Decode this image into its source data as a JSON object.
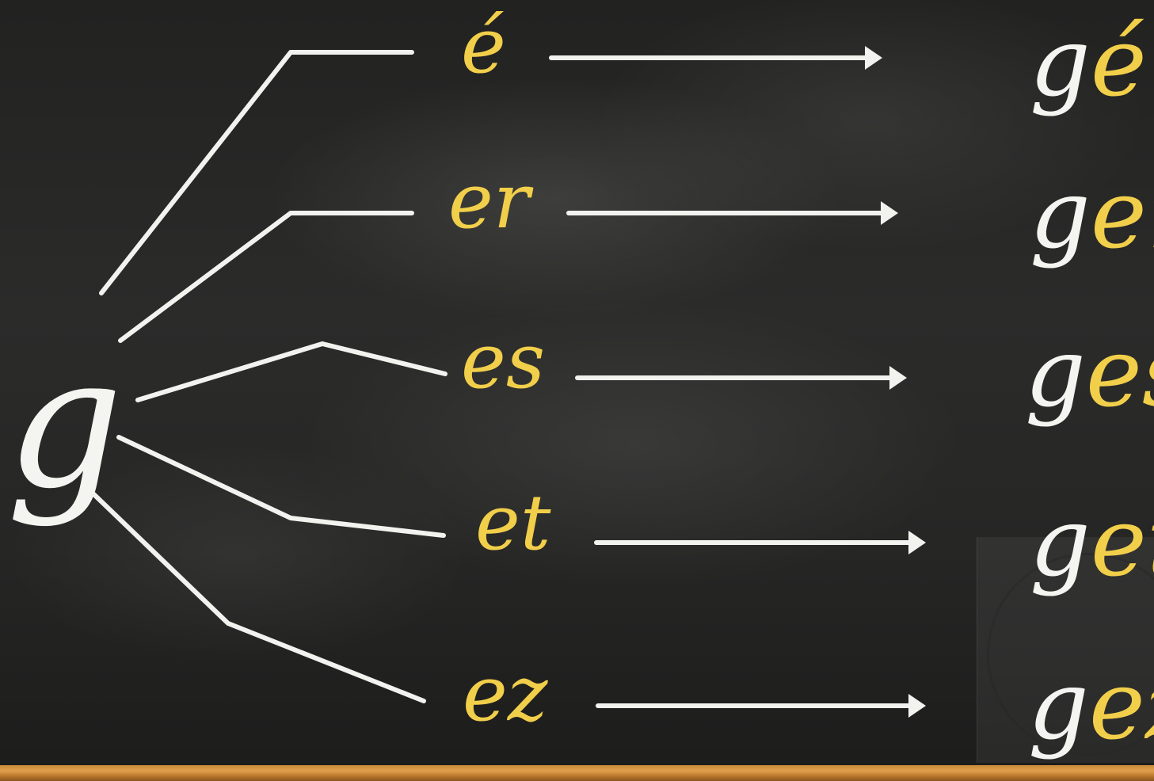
{
  "root_letter": "g",
  "endings": [
    "é",
    "er",
    "es",
    "et",
    "ez"
  ],
  "words": [
    {
      "prefix": "g",
      "suffix": "é"
    },
    {
      "prefix": "g",
      "suffix": "er"
    },
    {
      "prefix": "g",
      "suffix": "es"
    },
    {
      "prefix": "g",
      "suffix": "et"
    },
    {
      "prefix": "g",
      "suffix": "ez"
    }
  ],
  "colors": {
    "chalk_white": "#f4f4f0",
    "chalk_yellow": "#f2cf4a",
    "board": "#262625",
    "ledge": "#c98a3a"
  }
}
